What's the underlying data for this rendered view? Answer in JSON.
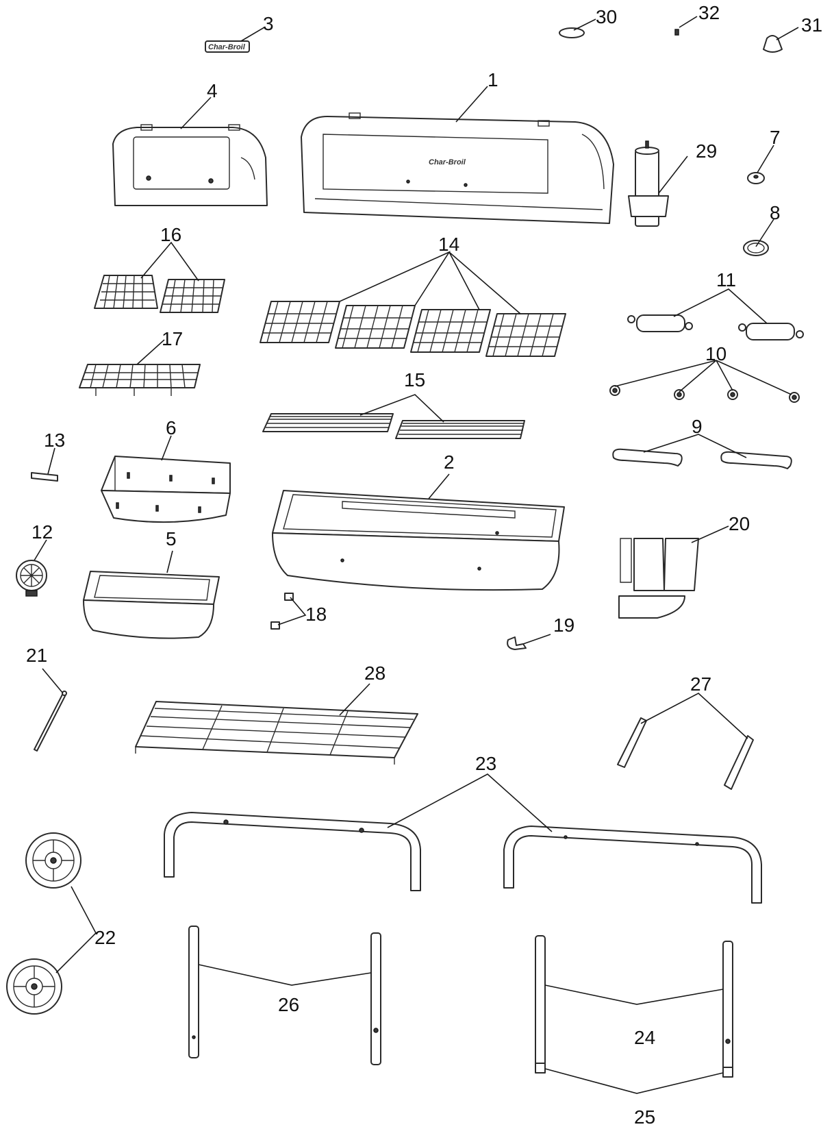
{
  "diagram": {
    "labels": [
      "1",
      "2",
      "3",
      "4",
      "5",
      "6",
      "7",
      "8",
      "9",
      "10",
      "11",
      "12",
      "13",
      "14",
      "15",
      "16",
      "17",
      "18",
      "19",
      "20",
      "21",
      "22",
      "23",
      "24",
      "25",
      "26",
      "27",
      "28",
      "29",
      "30",
      "31",
      "32"
    ],
    "logo_text": "Char-Broil"
  }
}
